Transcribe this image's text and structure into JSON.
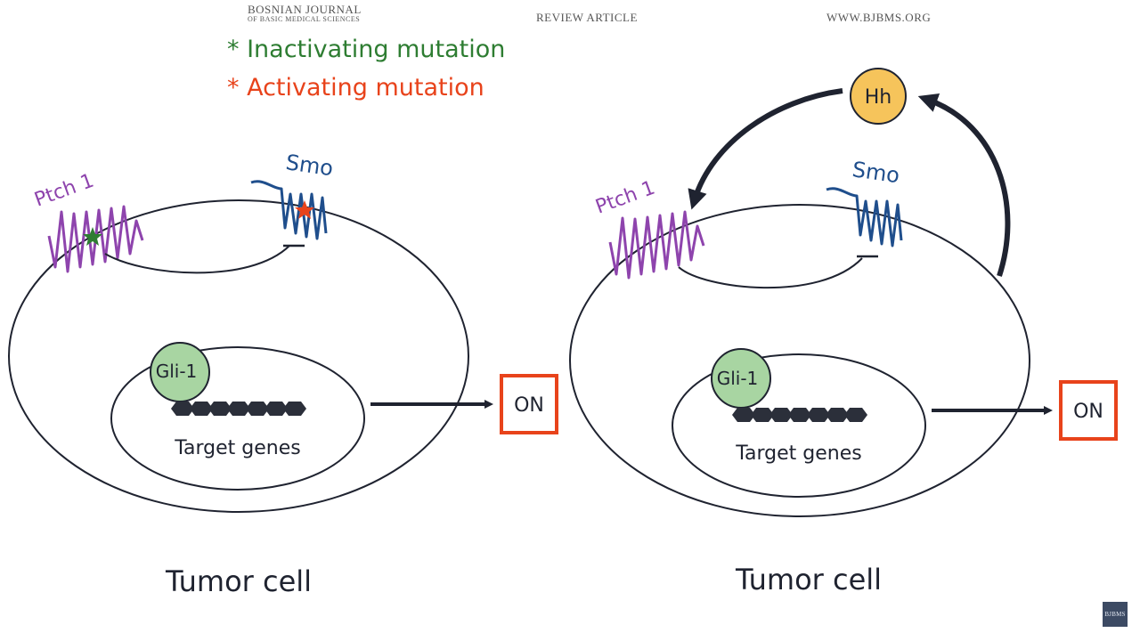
{
  "header": {
    "journal_line1": "BOSNIAN JOURNAL",
    "journal_line2": "OF BASIC MEDICAL SCIENCES",
    "article_type": "REVIEW ARTICLE",
    "url": "WWW.BJBMS.ORG"
  },
  "legend": {
    "inactivating": "* Inactivating mutation",
    "activating": "* Activating mutation"
  },
  "left_cell": {
    "ptch": "Ptch 1",
    "smo": "Smo",
    "gli": "Gli-1",
    "genes": "Target genes",
    "status": "ON",
    "caption": "Tumor cell"
  },
  "right_cell": {
    "hh": "Hh",
    "ptch": "Ptch 1",
    "smo": "Smo",
    "gli": "Gli-1",
    "genes": "Target genes",
    "status": "ON",
    "caption": "Tumor cell"
  },
  "logo": "BJBMS",
  "colors": {
    "ptch": "#8e44ad",
    "smo": "#1f4e8c",
    "gli_fill": "#a8d5a2",
    "hh_fill": "#f6c45b",
    "on_border": "#e8431b",
    "inactivating": "#2e7d32",
    "activating": "#e8431b",
    "arrow": "#1f2330"
  }
}
